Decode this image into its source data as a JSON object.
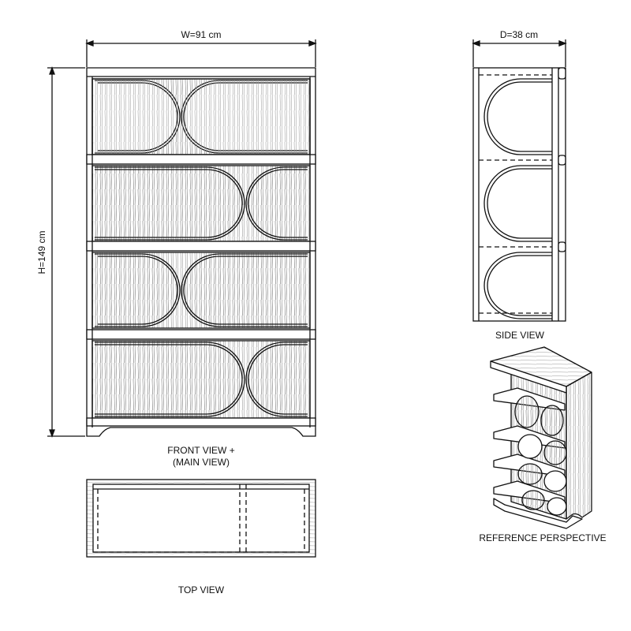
{
  "dimensions": {
    "width": "W=91 cm",
    "height": "H=149 cm",
    "depth": "D=38 cm"
  },
  "views": {
    "front": "FRONT VIEW +",
    "front_sub": "(MAIN VIEW)",
    "side": "SIDE VIEW",
    "top": "TOP VIEW",
    "perspective": "REFERENCE PERSPECTIVE"
  },
  "colors": {
    "line": "#111111",
    "grain": "#9a9a9a",
    "background": "#ffffff"
  }
}
